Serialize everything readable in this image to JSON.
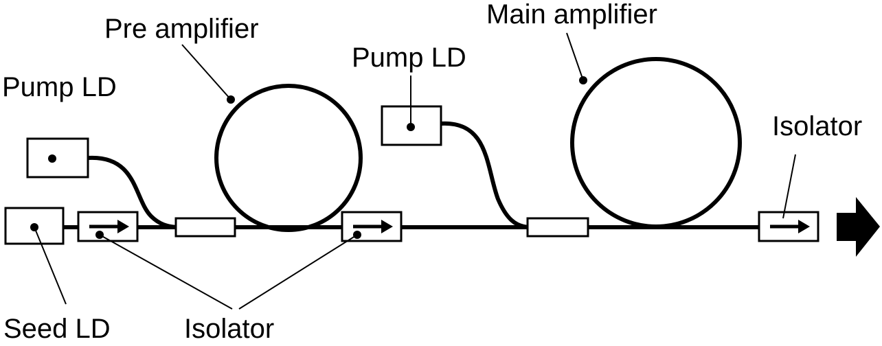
{
  "labels": {
    "pre_amplifier": "Pre amplifier",
    "main_amplifier": "Main amplifier",
    "pump_ld_left": "Pump LD",
    "pump_ld_right": "Pump LD",
    "isolator_right": "Isolator",
    "seed_ld": "Seed LD",
    "isolator_bottom": "Isolator"
  },
  "colors": {
    "line": "#000000",
    "background": "#ffffff"
  }
}
